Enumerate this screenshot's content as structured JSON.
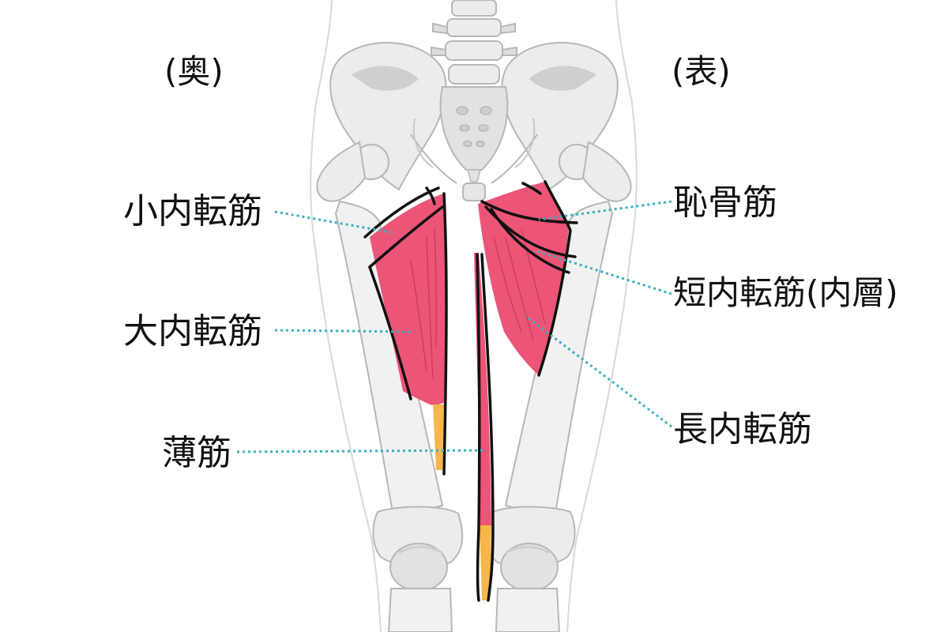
{
  "labels": {
    "deep": "(奥)",
    "superficial": "(表)",
    "adductor_minimus": "小内転筋",
    "adductor_magnus": "大内転筋",
    "gracilis": "薄筋",
    "pectineus": "恥骨筋",
    "adductor_brevis": "短内転筋(内層)",
    "adductor_longus": "長内転筋"
  },
  "colors": {
    "muscle": "#ec5577",
    "tendon": "#f6b64a",
    "leader": "#3aafc0",
    "bone_fill": "#ececec",
    "bone_shade": "#cfcfcf",
    "bone_line": "#b7b7b7",
    "outline": "#111111"
  }
}
